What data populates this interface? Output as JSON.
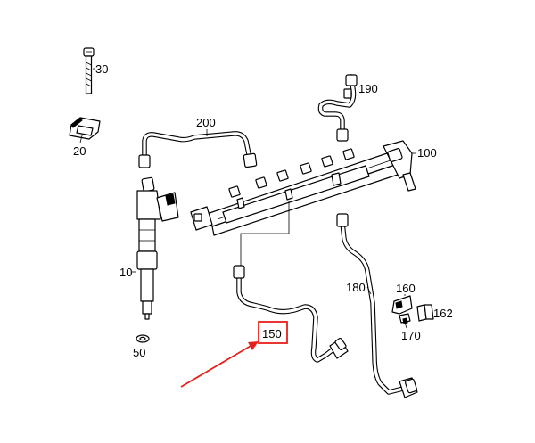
{
  "callouts": {
    "c30": "30",
    "c20": "20",
    "c200": "200",
    "c190": "190",
    "c100": "100",
    "c10": "10",
    "c50": "50",
    "c180": "180",
    "c160": "160",
    "c162": "162",
    "c170": "170",
    "c150": "150"
  },
  "highlight": {
    "target": "150",
    "color": "#e8201a"
  }
}
